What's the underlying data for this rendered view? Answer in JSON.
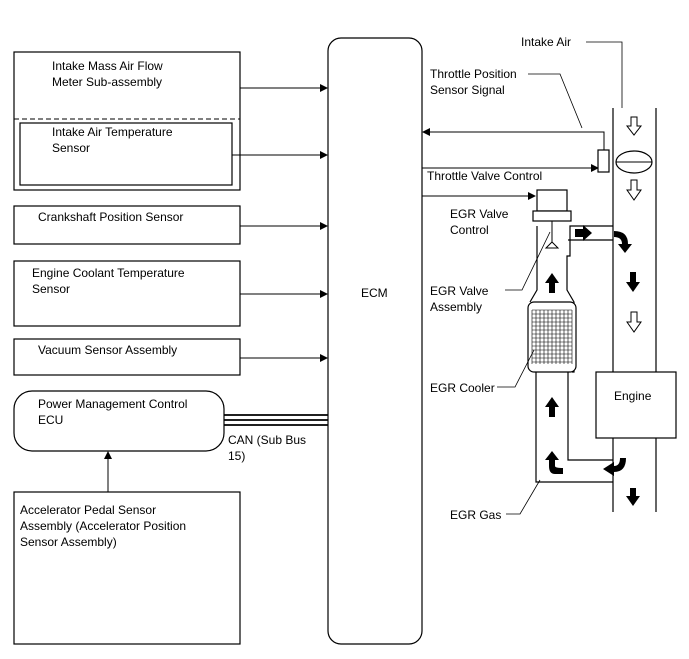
{
  "ecm_label": "ECM",
  "sensors": {
    "mass_air_flow": "Intake Mass Air Flow\nMeter Sub-assembly",
    "intake_air_temp": "Intake Air Temperature\nSensor",
    "crankshaft": "Crankshaft Position Sensor",
    "coolant_temp": "Engine Coolant Temperature\nSensor",
    "vacuum": "Vacuum Sensor Assembly",
    "power_mgmt": "Power Management Control\nECU",
    "accel_pedal": "Accelerator Pedal Sensor\nAssembly (Accelerator Position\nSensor Assembly)"
  },
  "labels": {
    "can_bus": "CAN (Sub Bus\n15)",
    "intake_air": "Intake Air",
    "throttle_signal": "Throttle Position\nSensor Signal",
    "throttle_control": "Throttle Valve Control",
    "egr_valve_control": "EGR Valve\nControl",
    "egr_valve_assembly": "EGR Valve\nAssembly",
    "egr_cooler": "EGR Cooler",
    "engine": "Engine",
    "egr_gas": "EGR Gas"
  }
}
